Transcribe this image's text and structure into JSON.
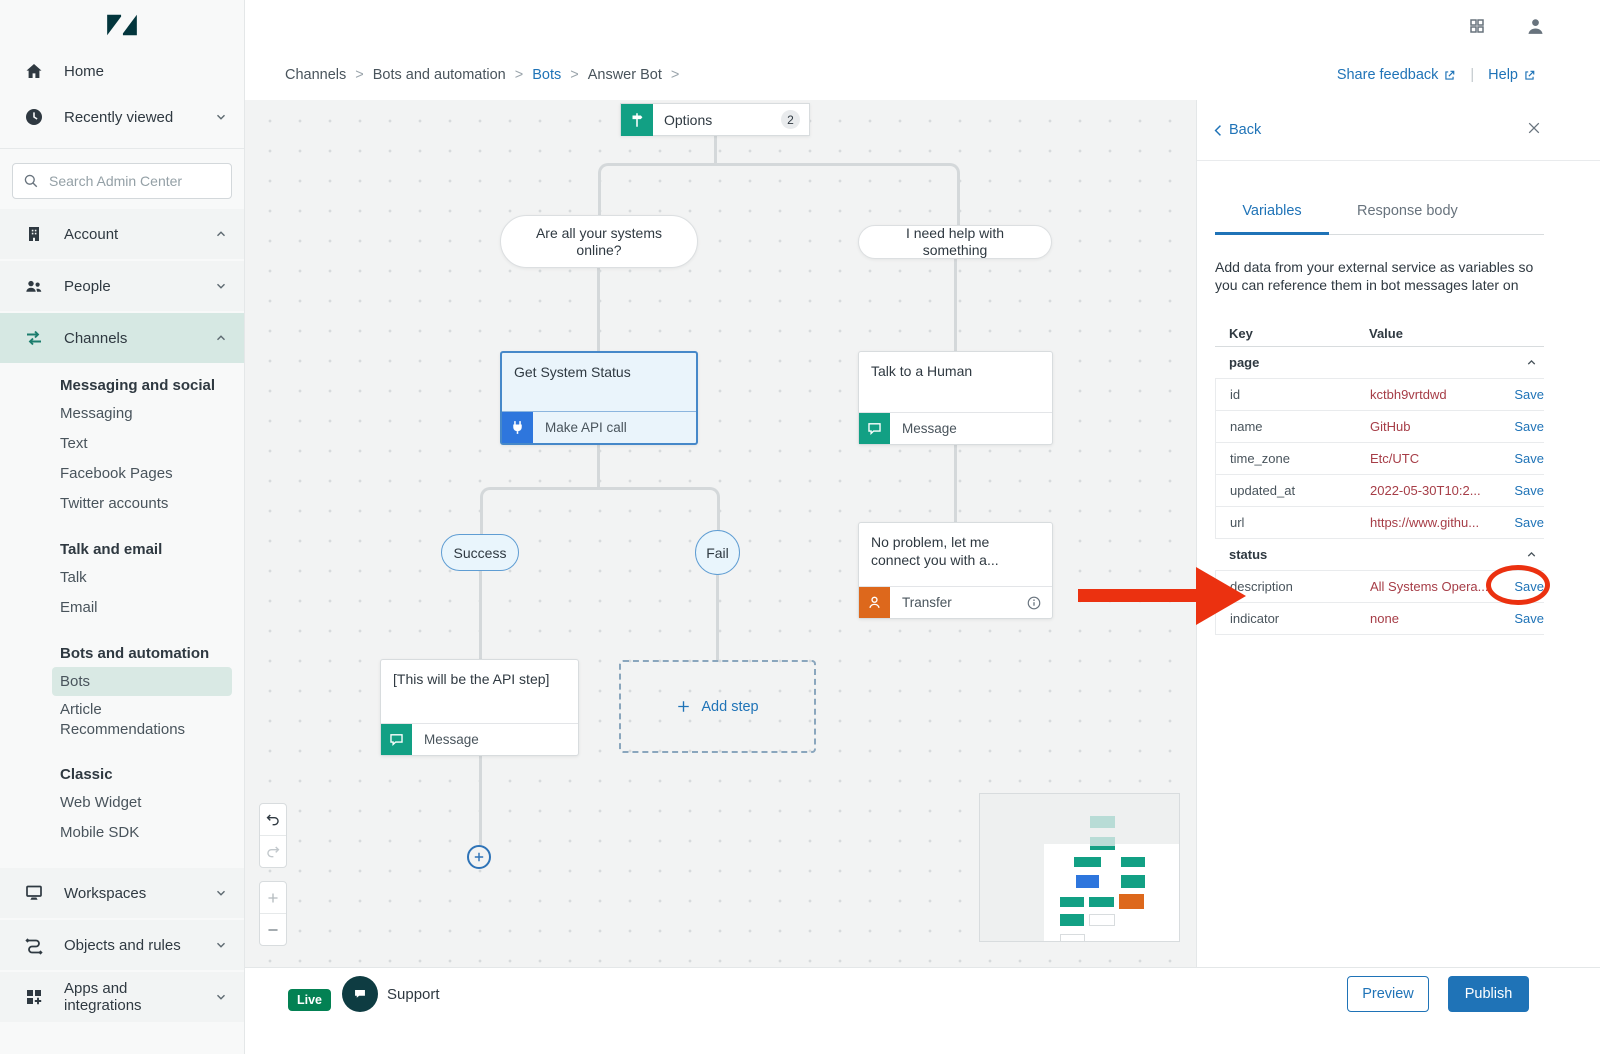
{
  "colors": {
    "accent_blue": "#1f73b7",
    "teal": "#12a084",
    "api_blue": "#2e76dd",
    "orange": "#dd681c",
    "value_maroon": "#a63d47",
    "live_green": "#038153",
    "annotation_red": "#eb3110",
    "selected_teal_bg": "#d6e8e3"
  },
  "sidebar": {
    "search_placeholder": "Search Admin Center",
    "home": "Home",
    "recently_viewed": "Recently viewed",
    "account": "Account",
    "people": "People",
    "channels": "Channels",
    "workspaces": "Workspaces",
    "objects_rules": "Objects and rules",
    "apps_integrations": "Apps and integrations",
    "menu": {
      "groups": [
        {
          "title": "Messaging and social",
          "items": [
            "Messaging",
            "Text",
            "Facebook Pages",
            "Twitter accounts"
          ]
        },
        {
          "title": "Talk and email",
          "items": [
            "Talk",
            "Email"
          ]
        },
        {
          "title": "Bots and automation",
          "items": [
            "Bots",
            "Article Recommendations"
          ]
        },
        {
          "title": "Classic",
          "items": [
            "Web Widget",
            "Mobile SDK"
          ]
        }
      ]
    }
  },
  "breadcrumb": {
    "items": [
      "Channels",
      "Bots and automation",
      "Bots",
      "Answer Bot"
    ],
    "separator": ">"
  },
  "header": {
    "share_feedback": "Share feedback",
    "help": "Help",
    "pipe": "|"
  },
  "canvas": {
    "options": {
      "label": "Options",
      "badge": "2"
    },
    "branch_left": "Are all your systems online?",
    "branch_right": "I need help with something",
    "api_node": {
      "title": "Get System Status",
      "footer": "Make API call"
    },
    "human_node": {
      "title": "Talk to a Human",
      "footer": "Message"
    },
    "success": "Success",
    "fail": "Fail",
    "transfer_node": {
      "title": "No problem, let me connect you with a...",
      "footer": "Transfer"
    },
    "api_step_node": {
      "title": "[This will be the API step]",
      "footer": "Message"
    },
    "add_step": "Add step"
  },
  "panel": {
    "back": "Back",
    "tabs": {
      "variables": "Variables",
      "response_body": "Response body"
    },
    "description": "Add data from your external service as variables so you can reference them in bot messages later on",
    "table": {
      "headers": {
        "key": "Key",
        "value": "Value"
      },
      "action": "Save",
      "groups": [
        {
          "name": "page",
          "rows": [
            {
              "key": "id",
              "value": "kctbh9vrtdwd"
            },
            {
              "key": "name",
              "value": "GitHub"
            },
            {
              "key": "time_zone",
              "value": "Etc/UTC"
            },
            {
              "key": "updated_at",
              "value": "2022-05-30T10:2..."
            },
            {
              "key": "url",
              "value": "https://www.githu..."
            }
          ]
        },
        {
          "name": "status",
          "rows": [
            {
              "key": "description",
              "value": "All Systems Opera..."
            },
            {
              "key": "indicator",
              "value": "none"
            }
          ]
        }
      ]
    }
  },
  "footer": {
    "live": "Live",
    "brand": "Support",
    "preview": "Preview",
    "publish": "Publish"
  }
}
